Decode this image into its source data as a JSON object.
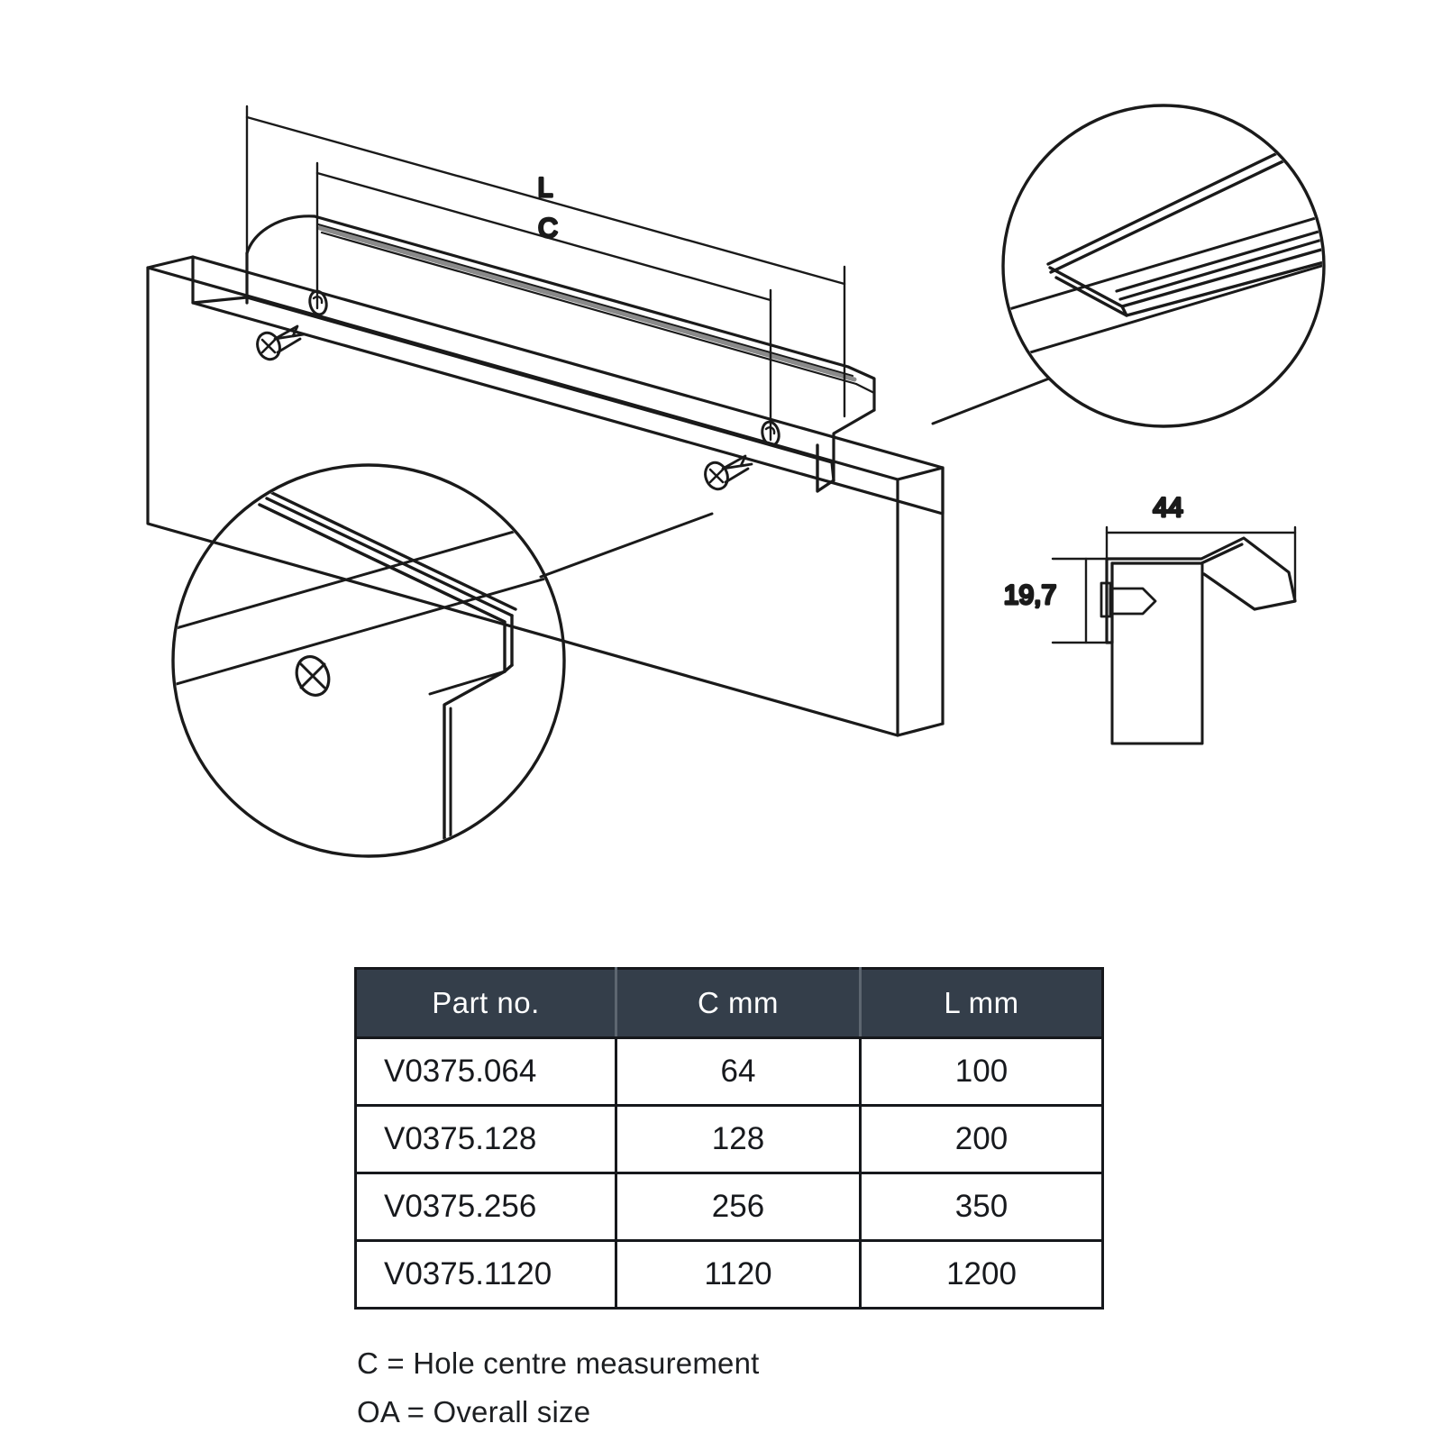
{
  "drawing": {
    "labels": {
      "overall_length": "L",
      "hole_centres": "C",
      "depth": "44",
      "height": "19,7"
    },
    "icons": {
      "detail_circle_top_right": "detail-callout-circle-icon",
      "detail_circle_bottom_left": "detail-callout-circle-icon",
      "screw_left": "screw-icon",
      "screw_right": "screw-icon",
      "hole_left": "mounting-hole-icon",
      "hole_right": "mounting-hole-icon"
    }
  },
  "table": {
    "headers": [
      "Part no.",
      "C mm",
      "L mm"
    ],
    "rows": [
      {
        "part": "V0375.064",
        "c": "64",
        "l": "100"
      },
      {
        "part": "V0375.128",
        "c": "128",
        "l": "200"
      },
      {
        "part": "V0375.256",
        "c": "256",
        "l": "350"
      },
      {
        "part": "V0375.1120",
        "c": "1120",
        "l": "1200"
      }
    ],
    "header_bg": "#343e4a",
    "border_color": "#16181c"
  },
  "footnotes": [
    "C = Hole centre measurement",
    "OA = Overall size"
  ]
}
